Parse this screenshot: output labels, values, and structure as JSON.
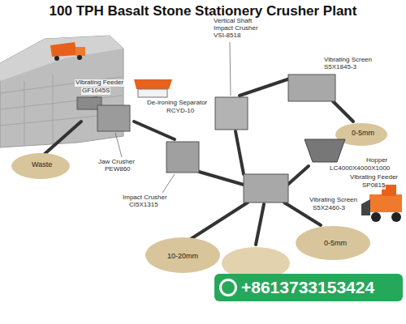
{
  "diagram": {
    "title": "100 TPH Basalt Stone Stationery Crusher Plant",
    "labels": [
      "Vibrating Feeder",
      "GF1045S",
      "Vertical Shaft",
      "Impact Crusher",
      "VSI-8518",
      "De-ironing Separator",
      "RCYD-10",
      "Vibrating Screen",
      "S5X1845-3",
      "0-5mm",
      "Hopper",
      "LC4000X4000X1000",
      "Vibrating Feeder",
      "SP0815",
      "Waste",
      "Jaw Crusher",
      "PEW860",
      "Impact Crusher",
      "CI5X1315",
      "Vibrating Screen",
      "S5X2460-3",
      "10-20mm",
      "0-5mm",
      "+8613733153424"
    ]
  }
}
